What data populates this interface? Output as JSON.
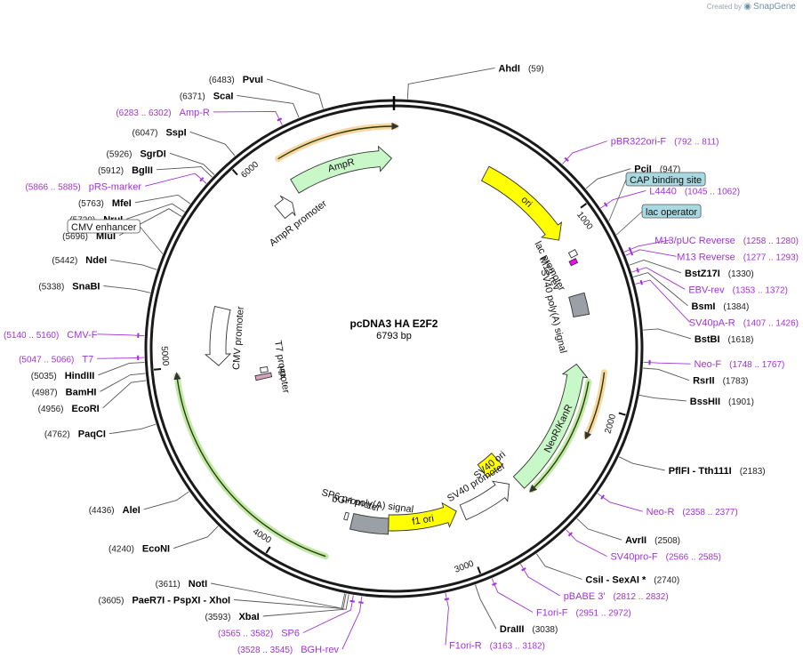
{
  "credit": {
    "created_by": "Created by",
    "app": "SnapGene"
  },
  "plasmid": {
    "name": "pcDNA3 HA E2F2",
    "length_label": "6793 bp",
    "length": 6793
  },
  "ticks": [
    {
      "label": "1000",
      "pos": 1000
    },
    {
      "label": "2000",
      "pos": 2000
    },
    {
      "label": "3000",
      "pos": 3000
    },
    {
      "label": "4000",
      "pos": 4000
    },
    {
      "label": "5000",
      "pos": 5000
    },
    {
      "label": "6000",
      "pos": 6000
    }
  ],
  "features": [
    {
      "label": "ori",
      "start": 520,
      "end": 1070,
      "color": "#ffff00",
      "style": "arrow",
      "dir": 1
    },
    {
      "label": "lac promoter",
      "start": 1157,
      "end": 1187,
      "color": "#ffffff",
      "style": "small",
      "dir": -1
    },
    {
      "label": "M13 rev",
      "start": 1200,
      "end": 1225,
      "color": "#ff00ff",
      "style": "small",
      "dir": -1
    },
    {
      "label": "SV40 poly(A) signal",
      "start": 1390,
      "end": 1510,
      "color": "#9aa0a6",
      "style": "box",
      "dir": 0
    },
    {
      "label": "NeoR/KanR",
      "start": 1790,
      "end": 2585,
      "color": "#c8f7c8",
      "style": "arrow",
      "dir": -1
    },
    {
      "label": "SV40 ori",
      "start": 2585,
      "end": 2720,
      "color": "#ffff00",
      "style": "box",
      "dir": 0
    },
    {
      "label": "SV40 promoter",
      "start": 2635,
      "end": 2965,
      "color": "#ffffff",
      "style": "arrow",
      "dir": -1
    },
    {
      "label": "f1 ori",
      "start": 3000,
      "end": 3430,
      "color": "#ffff00",
      "style": "arrow",
      "dir": -1
    },
    {
      "label": "bGH poly(A) signal",
      "start": 3430,
      "end": 3655,
      "color": "#9aa0a6",
      "style": "box",
      "dir": 0
    },
    {
      "label": "SP6 promoter",
      "start": 3685,
      "end": 3705,
      "color": "#ffffff",
      "style": "small",
      "dir": -1
    },
    {
      "label": "HA",
      "start": 4850,
      "end": 4885,
      "color": "#d7a3c0",
      "style": "box",
      "dir": 0
    },
    {
      "label": "T7 promoter",
      "start": 4900,
      "end": 4940,
      "color": "#ffffff",
      "style": "small",
      "dir": 1
    },
    {
      "label": "CMV promoter",
      "start": 4990,
      "end": 5345,
      "color": "#ffffff",
      "style": "arrow",
      "dir": -1
    },
    {
      "label": "AmpR promoter",
      "start": 6040,
      "end": 6135,
      "color": "#ffffff",
      "style": "arrow",
      "dir": 1
    },
    {
      "label": "AmpR",
      "start": 6200,
      "end": 6780,
      "color": "#c8f7c8",
      "style": "arrow",
      "dir": 1
    }
  ],
  "outer_features": [
    {
      "label": "CMV enhancer",
      "start": 5330,
      "end": 5700,
      "color": "#ffffff"
    },
    {
      "label": "CAP binding site",
      "start": 1110,
      "end": 1130,
      "color": "#a8d8e0"
    },
    {
      "label": "lac operator",
      "start": 1180,
      "end": 1195,
      "color": "#a8d8e0"
    }
  ],
  "tracks": [
    {
      "name": "AmpR ORF",
      "start": 6200,
      "end": 6800,
      "color": "#f0a32e"
    },
    {
      "name": "NeoR ORF",
      "start": 1820,
      "end": 2160,
      "color": "#f0a32e"
    },
    {
      "name": "E2F2 ORF",
      "start": 3740,
      "end": 4960,
      "color": "#6fcf3b"
    },
    {
      "name": "Neo ORF inner",
      "start": 1880,
      "end": 2560,
      "color": "#6fcf3b"
    }
  ],
  "sites": [
    {
      "name": "AhdI",
      "pos_label": "(59)",
      "pos": 59,
      "kind": "enzyme"
    },
    {
      "name": "pBR322ori-F",
      "pos_label": "(792 .. 811)",
      "pos": 800,
      "kind": "primer"
    },
    {
      "name": "PciI",
      "pos_label": "(947)",
      "pos": 947,
      "kind": "enzyme"
    },
    {
      "name": "L4440",
      "pos_label": "(1045 .. 1062)",
      "pos": 1053,
      "kind": "primer"
    },
    {
      "name": "M13/pUC Reverse",
      "pos_label": "(1258 .. 1280)",
      "pos": 1269,
      "kind": "primer"
    },
    {
      "name": "M13 Reverse",
      "pos_label": "(1277 .. 1293)",
      "pos": 1285,
      "kind": "primer"
    },
    {
      "name": "BstZ17I",
      "pos_label": "(1330)",
      "pos": 1330,
      "kind": "enzyme"
    },
    {
      "name": "EBV-rev",
      "pos_label": "(1353 .. 1372)",
      "pos": 1362,
      "kind": "primer"
    },
    {
      "name": "BsmI",
      "pos_label": "(1384)",
      "pos": 1384,
      "kind": "enzyme"
    },
    {
      "name": "SV40pA-R",
      "pos_label": "(1407 .. 1426)",
      "pos": 1416,
      "kind": "primer"
    },
    {
      "name": "BstBI",
      "pos_label": "(1618)",
      "pos": 1618,
      "kind": "enzyme"
    },
    {
      "name": "Neo-F",
      "pos_label": "(1748 .. 1767)",
      "pos": 1757,
      "kind": "primer"
    },
    {
      "name": "RsrII",
      "pos_label": "(1783)",
      "pos": 1783,
      "kind": "enzyme"
    },
    {
      "name": "BssHII",
      "pos_label": "(1901)",
      "pos": 1901,
      "kind": "enzyme"
    },
    {
      "name": "PflFI - Tth111I",
      "pos_label": "(2183)",
      "pos": 2183,
      "kind": "enzyme"
    },
    {
      "name": "Neo-R",
      "pos_label": "(2358 .. 2377)",
      "pos": 2367,
      "kind": "primer"
    },
    {
      "name": "AvrII",
      "pos_label": "(2508)",
      "pos": 2508,
      "kind": "enzyme"
    },
    {
      "name": "SV40pro-F",
      "pos_label": "(2566 .. 2585)",
      "pos": 2575,
      "kind": "primer"
    },
    {
      "name": "CsiI - SexAI *",
      "pos_label": "(2740)",
      "pos": 2740,
      "kind": "enzyme"
    },
    {
      "name": "pBABE 3'",
      "pos_label": "(2812 .. 2832)",
      "pos": 2822,
      "kind": "primer"
    },
    {
      "name": "F1ori-F",
      "pos_label": "(2951 .. 2972)",
      "pos": 2961,
      "kind": "primer"
    },
    {
      "name": "DraIII",
      "pos_label": "(3038)",
      "pos": 3038,
      "kind": "enzyme"
    },
    {
      "name": "F1ori-R",
      "pos_label": "(3163 .. 3182)",
      "pos": 3172,
      "kind": "primer"
    },
    {
      "name": "BGH-rev",
      "pos_label": "(3528 .. 3545)",
      "pos": 3536,
      "kind": "primer"
    },
    {
      "name": "SP6",
      "pos_label": "(3565 .. 3582)",
      "pos": 3573,
      "kind": "primer"
    },
    {
      "name": "XbaI",
      "pos_label": "(3593)",
      "pos": 3593,
      "kind": "enzyme"
    },
    {
      "name": "PaeR7I - PspXI - XhoI",
      "pos_label": "(3605)",
      "pos": 3605,
      "kind": "enzyme"
    },
    {
      "name": "NotI",
      "pos_label": "(3611)",
      "pos": 3611,
      "kind": "enzyme"
    },
    {
      "name": "EcoNI",
      "pos_label": "(4240)",
      "pos": 4240,
      "kind": "enzyme"
    },
    {
      "name": "AleI",
      "pos_label": "(4436)",
      "pos": 4436,
      "kind": "enzyme"
    },
    {
      "name": "PaqCI",
      "pos_label": "(4762)",
      "pos": 4762,
      "kind": "enzyme"
    },
    {
      "name": "EcoRI",
      "pos_label": "(4956)",
      "pos": 4956,
      "kind": "enzyme"
    },
    {
      "name": "BamHI",
      "pos_label": "(4987)",
      "pos": 4987,
      "kind": "enzyme"
    },
    {
      "name": "HindIII",
      "pos_label": "(5035)",
      "pos": 5035,
      "kind": "enzyme"
    },
    {
      "name": "T7",
      "pos_label": "(5047 .. 5066)",
      "pos": 5056,
      "kind": "primer"
    },
    {
      "name": "CMV-F",
      "pos_label": "(5140 .. 5160)",
      "pos": 5150,
      "kind": "primer"
    },
    {
      "name": "SnaBI",
      "pos_label": "(5338)",
      "pos": 5338,
      "kind": "enzyme"
    },
    {
      "name": "NdeI",
      "pos_label": "(5442)",
      "pos": 5442,
      "kind": "enzyme"
    },
    {
      "name": "MluI",
      "pos_label": "(5696)",
      "pos": 5696,
      "kind": "enzyme"
    },
    {
      "name": "NruI",
      "pos_label": "(5720)",
      "pos": 5720,
      "kind": "enzyme"
    },
    {
      "name": "MfeI",
      "pos_label": "(5763)",
      "pos": 5763,
      "kind": "enzyme"
    },
    {
      "name": "pRS-marker",
      "pos_label": "(5866 .. 5885)",
      "pos": 5875,
      "kind": "primer"
    },
    {
      "name": "BglII",
      "pos_label": "(5912)",
      "pos": 5912,
      "kind": "enzyme"
    },
    {
      "name": "SgrDI",
      "pos_label": "(5926)",
      "pos": 5926,
      "kind": "enzyme"
    },
    {
      "name": "SspI",
      "pos_label": "(6047)",
      "pos": 6047,
      "kind": "enzyme"
    },
    {
      "name": "Amp-R",
      "pos_label": "(6283 .. 6302)",
      "pos": 6292,
      "kind": "primer"
    },
    {
      "name": "ScaI",
      "pos_label": "(6371)",
      "pos": 6371,
      "kind": "enzyme"
    },
    {
      "name": "PvuI",
      "pos_label": "(6483)",
      "pos": 6483,
      "kind": "enzyme"
    }
  ],
  "colors": {
    "primer": "#a033d6",
    "enzyme": "#000000",
    "ring": "#1a1a1a"
  }
}
